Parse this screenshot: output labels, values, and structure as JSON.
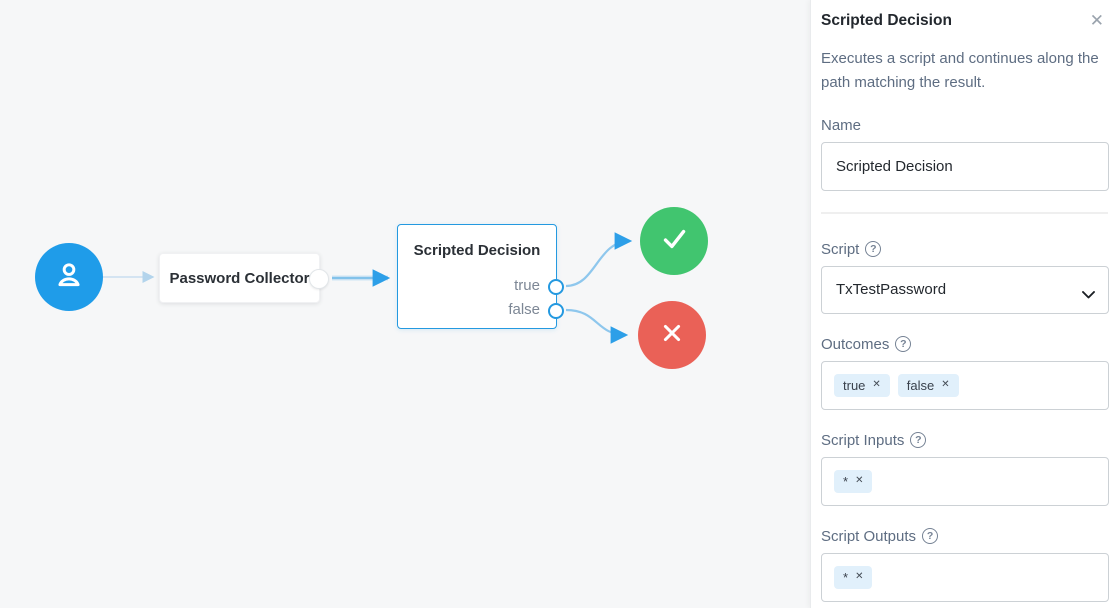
{
  "canvas": {
    "nodes": {
      "start": {
        "icon": "user-icon"
      },
      "password_collector": {
        "label": "Password Collector"
      },
      "scripted_decision": {
        "label": "Scripted Decision",
        "outcomes": [
          "true",
          "false"
        ]
      },
      "success": {
        "icon": "check-icon"
      },
      "failure": {
        "icon": "x-icon"
      }
    }
  },
  "panel": {
    "title": "Scripted Decision",
    "description": "Executes a script and continues along the path matching the result.",
    "fields": {
      "name": {
        "label": "Name",
        "value": "Scripted Decision"
      },
      "script": {
        "label": "Script",
        "value": "TxTestPassword"
      },
      "outcomes": {
        "label": "Outcomes",
        "tags": [
          "true",
          "false"
        ]
      },
      "script_inputs": {
        "label": "Script Inputs",
        "tags": [
          "*"
        ]
      },
      "script_outputs": {
        "label": "Script Outputs",
        "tags": [
          "*"
        ]
      }
    }
  },
  "icons": {
    "help": "?",
    "close": "✕",
    "tag_remove": "✕"
  },
  "colors": {
    "start_blue": "#1f9ce9",
    "success_green": "#41c56f",
    "failure_red": "#ea6157",
    "selection_blue": "#2499e0",
    "connector_blue": "#8ec7ed",
    "tag_bg": "#e1f0fb",
    "canvas_bg": "#f6f7f8"
  }
}
